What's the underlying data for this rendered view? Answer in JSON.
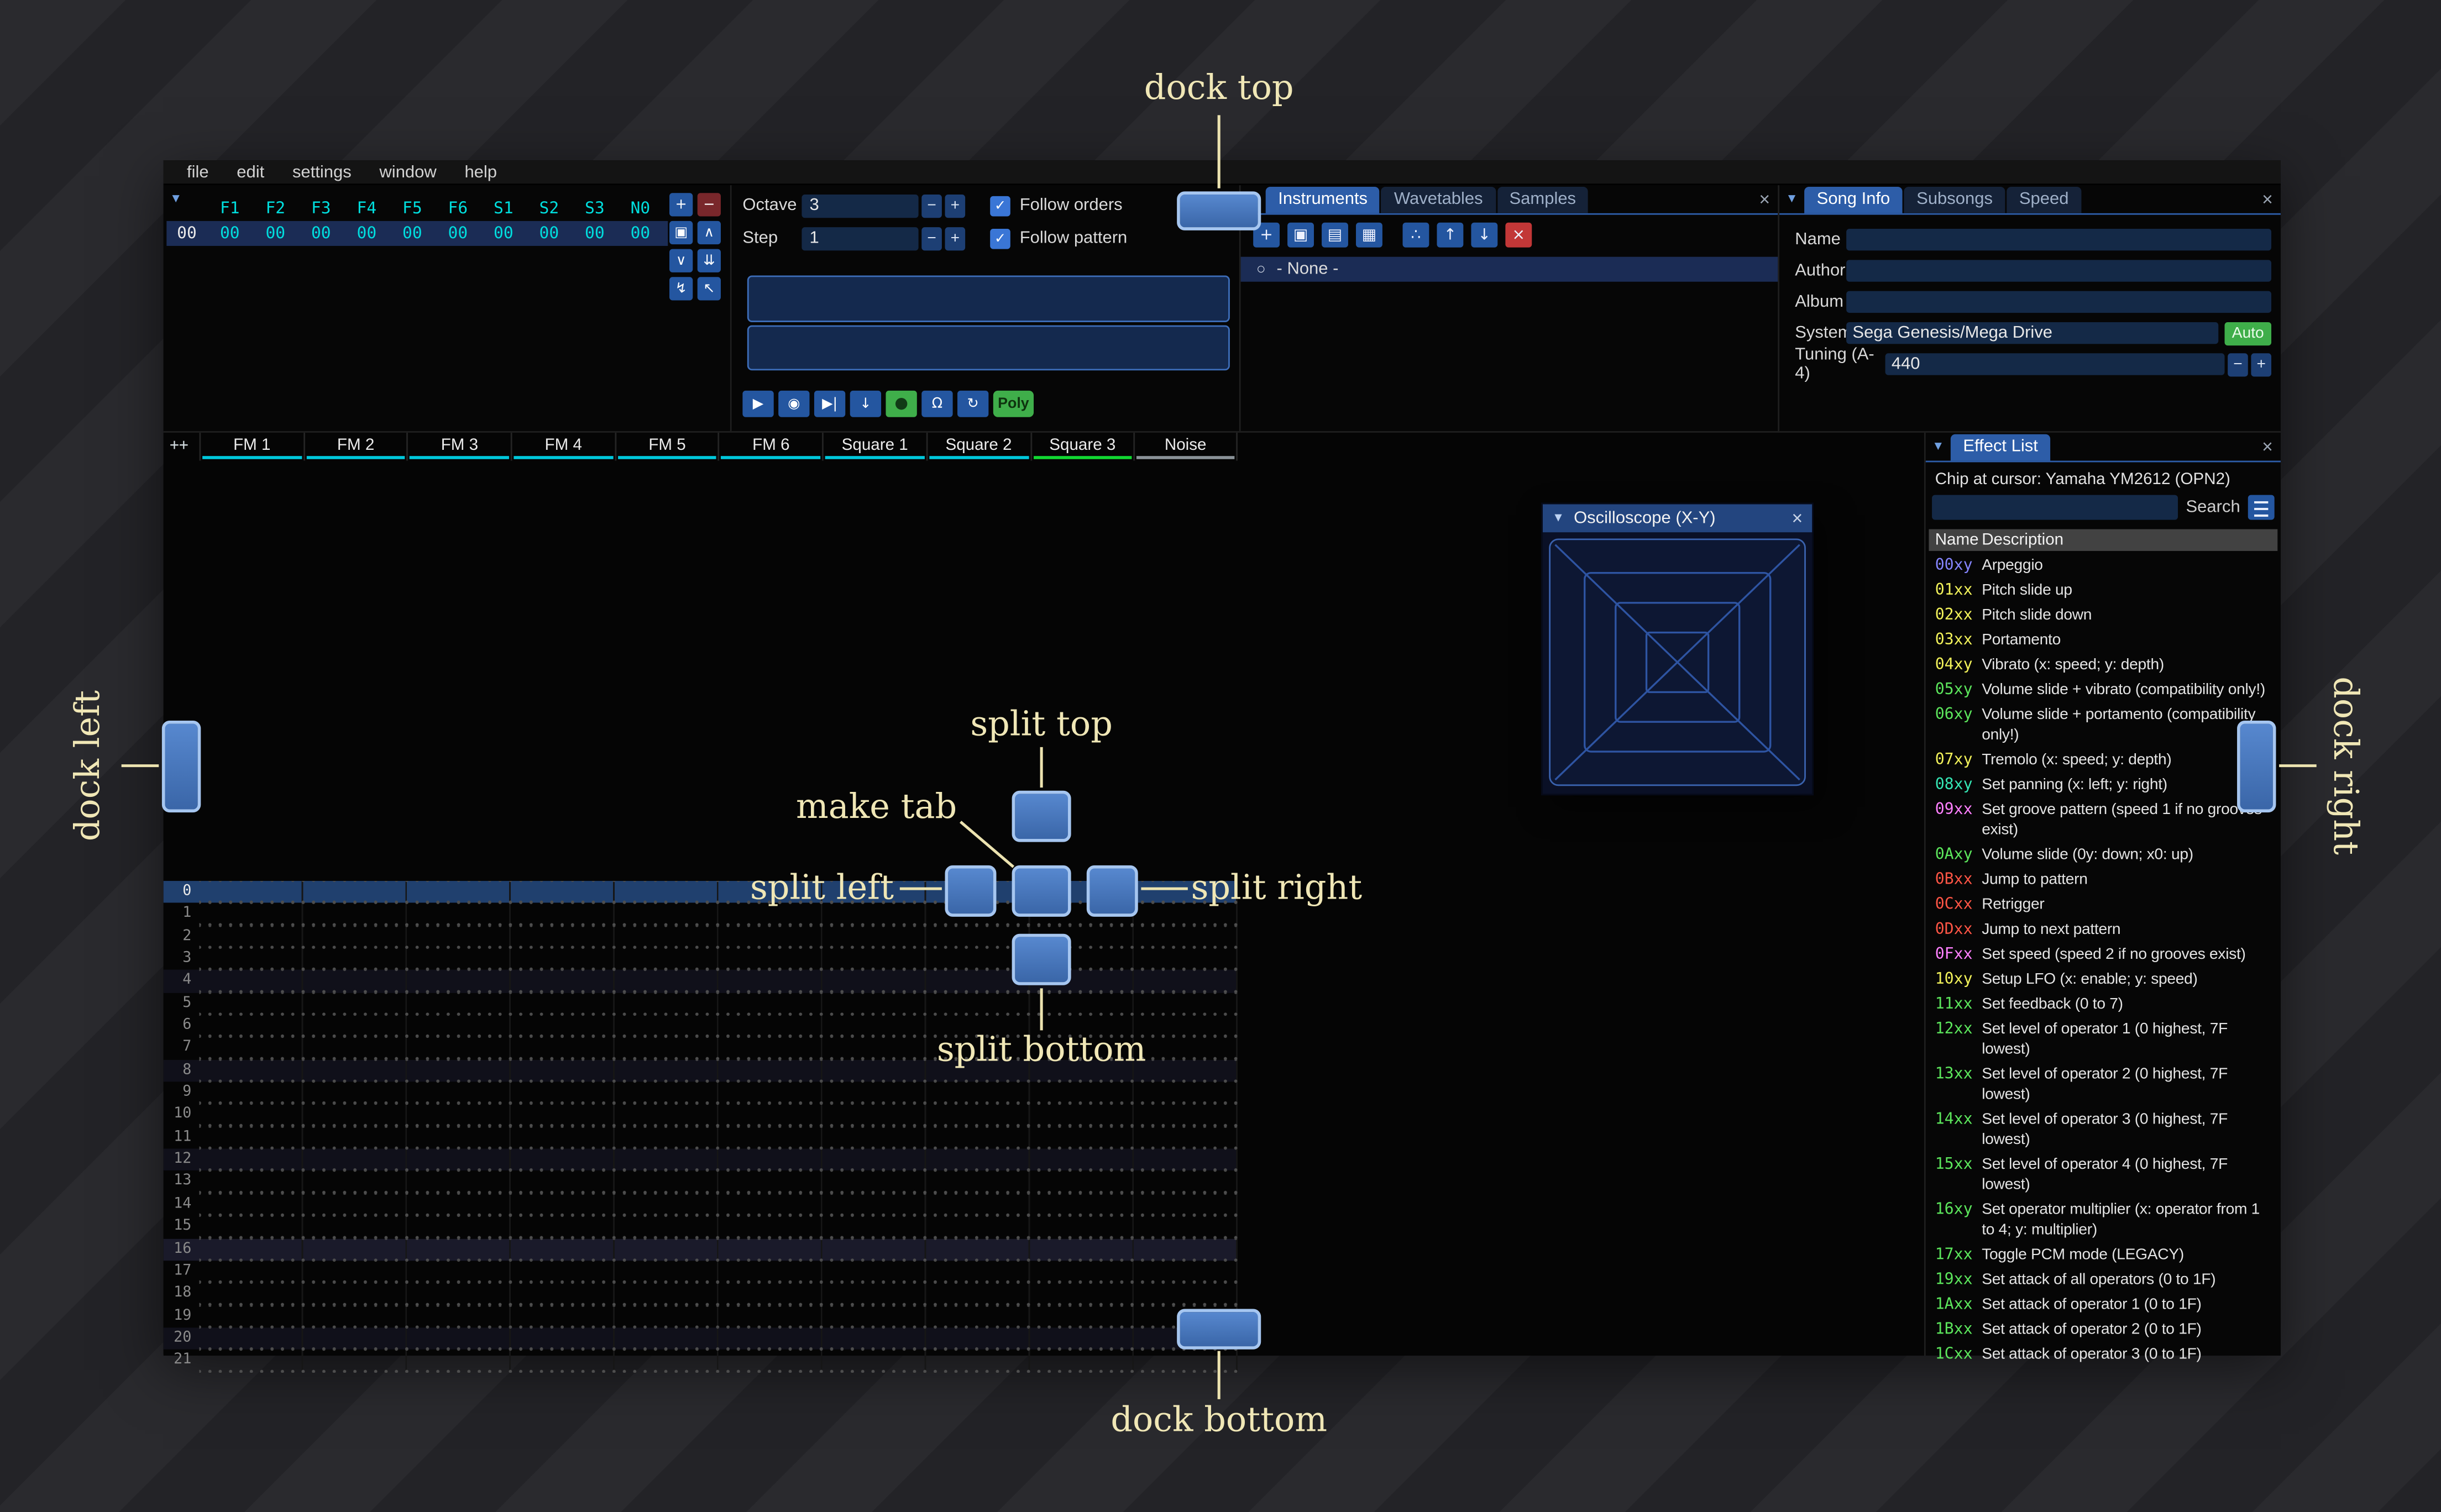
{
  "colors": {
    "accent_blue": "#2d5da8",
    "dock_blue": "#4a7ec6",
    "annotation": "#f0e7b6",
    "order_cyan": "#00dede",
    "auto_green": "#3fae4a",
    "selection_row": "#1b2c55"
  },
  "ui": {
    "minus": "−",
    "plus": "+",
    "close": "×",
    "collapse": "▼",
    "radio": "○",
    "check": "✓"
  },
  "menu": {
    "items": [
      "file",
      "edit",
      "settings",
      "window",
      "help"
    ]
  },
  "orders": {
    "columns": [
      "F1",
      "F2",
      "F3",
      "F4",
      "F5",
      "F6",
      "S1",
      "S2",
      "S3",
      "N0"
    ],
    "row_index": "00",
    "row_values": [
      "00",
      "00",
      "00",
      "00",
      "00",
      "00",
      "00",
      "00",
      "00",
      "00"
    ],
    "buttons": [
      {
        "name": "add-order-button",
        "glyph": "+",
        "style": "blue"
      },
      {
        "name": "remove-order-button",
        "glyph": "−",
        "style": "red"
      },
      {
        "name": "duplicate-order-button",
        "glyph": "▣",
        "style": "blue"
      },
      {
        "name": "move-order-up-button",
        "glyph": "∧",
        "style": "blue"
      },
      {
        "name": "move-order-down-button",
        "glyph": "∨",
        "style": "blue"
      },
      {
        "name": "duplicate-order-end-button",
        "glyph": "⇊",
        "style": "blue"
      },
      {
        "name": "order-playback-mode-button",
        "glyph": "↯",
        "style": "blue"
      },
      {
        "name": "order-edit-mode-button",
        "glyph": "↖",
        "style": "blue"
      }
    ]
  },
  "play_controls": {
    "octave_label": "Octave",
    "octave_value": "3",
    "step_label": "Step",
    "step_value": "1",
    "follow_orders_label": "Follow orders",
    "follow_pattern_label": "Follow pattern",
    "buttons": [
      {
        "name": "play-button",
        "glyph": "▶"
      },
      {
        "name": "stop-button",
        "glyph": "◉"
      },
      {
        "name": "play-from-cursor-button",
        "glyph": "▶|"
      },
      {
        "name": "step-one-row-button",
        "glyph": "↓"
      },
      {
        "name": "edit-toggle-button",
        "glyph": "●",
        "style": "green"
      },
      {
        "name": "metronome-button",
        "glyph": "Ω"
      },
      {
        "name": "repeat-pattern-button",
        "glyph": "↻"
      },
      {
        "name": "poly-toggle-button",
        "glyph": "Poly",
        "style": "poly"
      }
    ]
  },
  "instruments": {
    "tabs": [
      {
        "label": "Instruments",
        "active": true
      },
      {
        "label": "Wavetables",
        "active": false
      },
      {
        "label": "Samples",
        "active": false
      }
    ],
    "toolbar": [
      {
        "name": "add-instrument-button",
        "glyph": "+",
        "style": "blue"
      },
      {
        "name": "duplicate-instrument-button",
        "glyph": "▣",
        "style": "blue"
      },
      {
        "name": "open-instrument-button",
        "glyph": "▤",
        "style": "blue"
      },
      {
        "name": "save-instrument-button",
        "glyph": "▦",
        "style": "blue"
      },
      {
        "name": "toggle-folders-button",
        "glyph": "∴",
        "style": "blue",
        "gap": true
      },
      {
        "name": "move-instrument-up-button",
        "glyph": "↑",
        "style": "blue"
      },
      {
        "name": "move-instrument-down-button",
        "glyph": "↓",
        "style": "blue"
      },
      {
        "name": "delete-instrument-button",
        "glyph": "×",
        "style": "red-bright"
      }
    ],
    "selected_item": "- None -"
  },
  "song_info": {
    "tabs": [
      {
        "label": "Song Info",
        "active": true
      },
      {
        "label": "Subsongs",
        "active": false
      },
      {
        "label": "Speed",
        "active": false
      }
    ],
    "fields": {
      "name_label": "Name",
      "name_value": "",
      "author_label": "Author",
      "author_value": "",
      "album_label": "Album",
      "album_value": "",
      "system_label": "System",
      "system_value": "Sega Genesis/Mega Drive",
      "auto_button": "Auto",
      "tuning_label": "Tuning (A-4)",
      "tuning_value": "440"
    }
  },
  "pattern": {
    "corner_button": "++",
    "channels": [
      {
        "name": "FM 1",
        "color": "#00c8dc"
      },
      {
        "name": "FM 2",
        "color": "#00c8dc"
      },
      {
        "name": "FM 3",
        "color": "#00c8dc"
      },
      {
        "name": "FM 4",
        "color": "#00c8dc"
      },
      {
        "name": "FM 5",
        "color": "#00c8dc"
      },
      {
        "name": "FM 6",
        "color": "#00c8dc"
      },
      {
        "name": "Square 1",
        "color": "#00c8dc"
      },
      {
        "name": "Square 2",
        "color": "#00c8dc"
      },
      {
        "name": "Square 3",
        "color": "#12d832"
      },
      {
        "name": "Noise",
        "color": "#8a9298"
      }
    ],
    "row_numbers": [
      "0",
      "1",
      "2",
      "3",
      "4",
      "5",
      "6",
      "7",
      "8",
      "9",
      "10",
      "11",
      "12",
      "13",
      "14",
      "15",
      "16",
      "17",
      "18",
      "19",
      "20",
      "21"
    ]
  },
  "effect_list": {
    "title": "Effect List",
    "chip_text": "Chip at cursor: Yamaha YM2612 (OPN2)",
    "search_label": "Search",
    "search_value": "",
    "header_name": "Name",
    "header_desc": "Description",
    "rows": [
      {
        "code": "00xy",
        "color": "#8585ff",
        "desc": "Arpeggio"
      },
      {
        "code": "01xx",
        "color": "#f2f25a",
        "desc": "Pitch slide up"
      },
      {
        "code": "02xx",
        "color": "#f2f25a",
        "desc": "Pitch slide down"
      },
      {
        "code": "03xx",
        "color": "#f2f25a",
        "desc": "Portamento"
      },
      {
        "code": "04xy",
        "color": "#f2f25a",
        "desc": "Vibrato (x: speed; y: depth)"
      },
      {
        "code": "05xy",
        "color": "#5ce65c",
        "desc": "Volume slide + vibrato (compatibility only!)"
      },
      {
        "code": "06xy",
        "color": "#5ce65c",
        "desc": "Volume slide + portamento (compatibility only!)"
      },
      {
        "code": "07xy",
        "color": "#f2f25a",
        "desc": "Tremolo (x: speed; y: depth)"
      },
      {
        "code": "08xy",
        "color": "#35e6b4",
        "desc": "Set panning (x: left; y: right)"
      },
      {
        "code": "09xx",
        "color": "#ff80ff",
        "desc": "Set groove pattern (speed 1 if no grooves exist)"
      },
      {
        "code": "0Axy",
        "color": "#5ce65c",
        "desc": "Volume slide (0y: down; x0: up)"
      },
      {
        "code": "0Bxx",
        "color": "#ff5545",
        "desc": "Jump to pattern"
      },
      {
        "code": "0Cxx",
        "color": "#ff5545",
        "desc": "Retrigger"
      },
      {
        "code": "0Dxx",
        "color": "#ff5545",
        "desc": "Jump to next pattern"
      },
      {
        "code": "0Fxx",
        "color": "#ff80ff",
        "desc": "Set speed (speed 2 if no grooves exist)"
      },
      {
        "code": "10xy",
        "color": "#f2f25a",
        "desc": "Setup LFO (x: enable; y: speed)"
      },
      {
        "code": "11xx",
        "color": "#5ce65c",
        "desc": "Set feedback (0 to 7)"
      },
      {
        "code": "12xx",
        "color": "#5ce65c",
        "desc": "Set level of operator 1 (0 highest, 7F lowest)"
      },
      {
        "code": "13xx",
        "color": "#5ce65c",
        "desc": "Set level of operator 2 (0 highest, 7F lowest)"
      },
      {
        "code": "14xx",
        "color": "#5ce65c",
        "desc": "Set level of operator 3 (0 highest, 7F lowest)"
      },
      {
        "code": "15xx",
        "color": "#5ce65c",
        "desc": "Set level of operator 4 (0 highest, 7F lowest)"
      },
      {
        "code": "16xy",
        "color": "#5ce65c",
        "desc": "Set operator multiplier (x: operator from 1 to 4; y: multiplier)"
      },
      {
        "code": "17xx",
        "color": "#5ce65c",
        "desc": "Toggle PCM mode (LEGACY)"
      },
      {
        "code": "19xx",
        "color": "#5ce65c",
        "desc": "Set attack of all operators (0 to 1F)"
      },
      {
        "code": "1Axx",
        "color": "#5ce65c",
        "desc": "Set attack of operator 1 (0 to 1F)"
      },
      {
        "code": "1Bxx",
        "color": "#5ce65c",
        "desc": "Set attack of operator 2 (0 to 1F)"
      },
      {
        "code": "1Cxx",
        "color": "#5ce65c",
        "desc": "Set attack of operator 3 (0 to 1F)"
      }
    ]
  },
  "oscilloscope": {
    "title": "Oscilloscope (X-Y)"
  },
  "annotations": {
    "dock_top": "dock top",
    "dock_bottom": "dock bottom",
    "dock_left": "dock left",
    "dock_right": "dock right",
    "split_top": "split top",
    "split_bottom": "split bottom",
    "split_left": "split left",
    "split_right": "split right",
    "make_tab": "make tab"
  }
}
